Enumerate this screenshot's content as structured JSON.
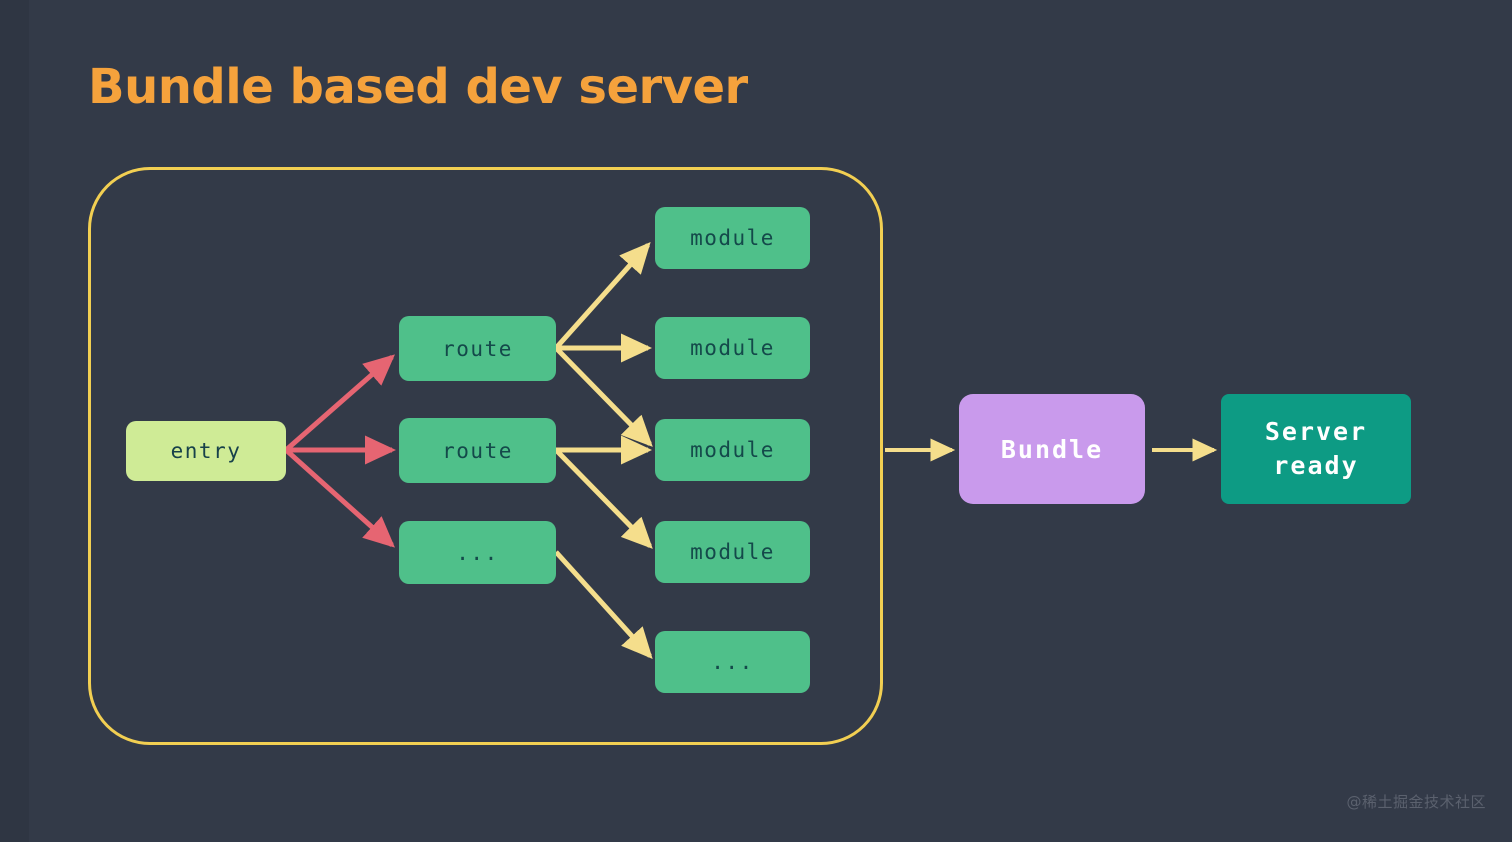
{
  "slide": {
    "title": "Bundle based dev server",
    "title_color": "#f5a23c",
    "background_color": "#333a48",
    "watermark": "@稀土掘金技术社区"
  },
  "container": {
    "label": "bundle-graph-boundary",
    "border_color": "#f2cf52"
  },
  "colors": {
    "entry": "#cfeb96",
    "green": "#4fc08a",
    "purple": "#c99aec",
    "teal": "#0d9b84",
    "yellow_arrow": "#f5de8c",
    "yellow_border": "#f2cf52",
    "red_arrow": "#e66572",
    "node_text_dark": "#14494a",
    "node_text_light": "#ffffff"
  },
  "nodes": {
    "entry": {
      "label": "entry"
    },
    "routes": [
      {
        "label": "route"
      },
      {
        "label": "route"
      },
      {
        "label": "..."
      }
    ],
    "modules": [
      {
        "label": "module"
      },
      {
        "label": "module"
      },
      {
        "label": "module"
      },
      {
        "label": "module"
      },
      {
        "label": "..."
      }
    ],
    "bundle": {
      "label": "Bundle"
    },
    "server": {
      "label": "Server\nready"
    }
  },
  "edges": [
    {
      "from": "entry",
      "to": "route-1",
      "color": "#e66572"
    },
    {
      "from": "entry",
      "to": "route-2",
      "color": "#e66572"
    },
    {
      "from": "entry",
      "to": "route-3",
      "color": "#e66572"
    },
    {
      "from": "route-1",
      "to": "module-1",
      "color": "#f5de8c"
    },
    {
      "from": "route-1",
      "to": "module-2",
      "color": "#f5de8c"
    },
    {
      "from": "route-1",
      "to": "module-3",
      "color": "#f5de8c"
    },
    {
      "from": "route-2",
      "to": "module-3",
      "color": "#f5de8c"
    },
    {
      "from": "route-2",
      "to": "module-4",
      "color": "#f5de8c"
    },
    {
      "from": "route-3",
      "to": "module-5",
      "color": "#f5de8c"
    },
    {
      "from": "graph-container",
      "to": "bundle",
      "color": "#f5de8c"
    },
    {
      "from": "bundle",
      "to": "server",
      "color": "#f5de8c"
    }
  ]
}
